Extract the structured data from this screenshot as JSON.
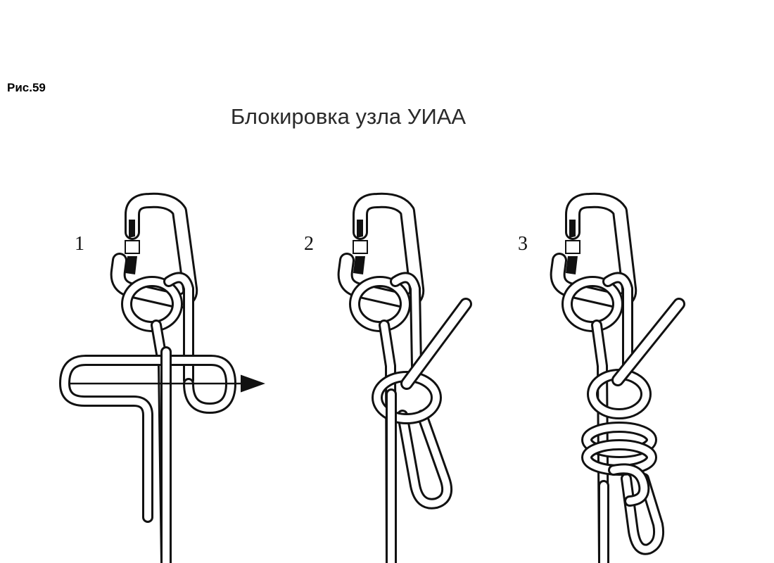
{
  "figure_label": "Рис.59",
  "title": "Блокировка узла УИАА",
  "steps": [
    {
      "number": "1"
    },
    {
      "number": "2"
    },
    {
      "number": "3"
    }
  ],
  "colors": {
    "ink": "#111111",
    "rope": "#ffffff",
    "paper": "#ffffff"
  }
}
